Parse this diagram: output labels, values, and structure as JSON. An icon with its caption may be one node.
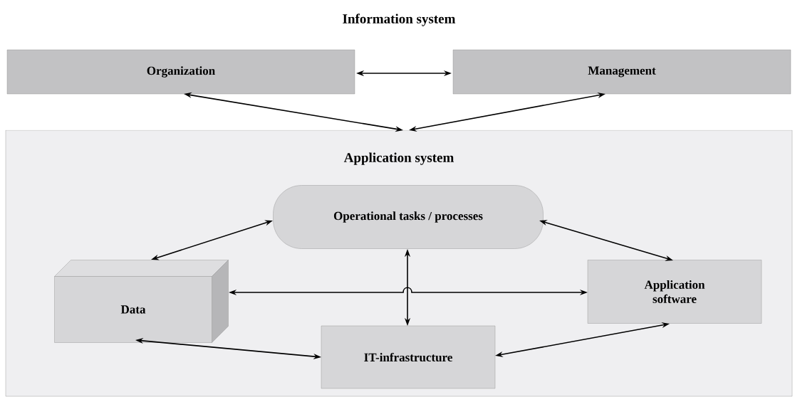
{
  "diagram": {
    "title": "Information system",
    "nodes": [
      {
        "text": [
          "Organization"
        ]
      },
      {
        "text": [
          "Management"
        ]
      },
      {
        "text": [
          "Application system"
        ]
      },
      {
        "text": [
          "Operational tasks / processes"
        ],
        "in": 2
      },
      {
        "text": [
          "Data"
        ],
        "in": 2
      },
      {
        "text": [
          "Application software"
        ],
        "in": 2
      },
      {
        "text": [
          "IT-infrastructure"
        ],
        "in": 2
      }
    ],
    "edges": [
      {
        "from": 0,
        "to": 1,
        "arrow": "both"
      },
      {
        "from": 0,
        "to": 2,
        "arrow": "both"
      },
      {
        "from": 1,
        "to": 2,
        "arrow": "both"
      },
      {
        "from": 4,
        "to": 3,
        "arrow": "both"
      },
      {
        "from": 3,
        "to": 5,
        "arrow": "both"
      },
      {
        "from": 3,
        "to": 6,
        "arrow": "both"
      },
      {
        "from": 4,
        "to": 5,
        "arrow": "both"
      },
      {
        "from": 4,
        "to": 6,
        "arrow": "both"
      },
      {
        "from": 6,
        "to": 5,
        "arrow": "both"
      }
    ]
  }
}
